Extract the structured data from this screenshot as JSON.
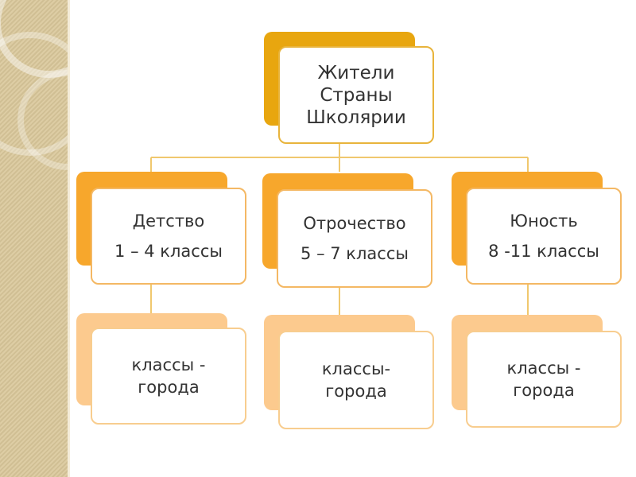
{
  "diagram": {
    "root": {
      "lines": [
        "Жители",
        "Страны",
        "Школярии"
      ]
    },
    "levels": [
      {
        "title": "Детство",
        "subtitle": "1 – 4 классы",
        "child": [
          "классы -",
          "города"
        ]
      },
      {
        "title": "Отрочество",
        "subtitle": "5 – 7 классы",
        "child": [
          "классы-",
          "города"
        ]
      },
      {
        "title": "Юность",
        "subtitle": "8 -11 классы",
        "child": [
          "классы -",
          "города"
        ]
      }
    ]
  },
  "colors": {
    "root_back": "#e8a60f",
    "level_back": "#f7a72c",
    "leaf_back": "#fcca8e",
    "connector": "#f0c86e",
    "text": "#333333",
    "left_band": "#d9c79a"
  }
}
